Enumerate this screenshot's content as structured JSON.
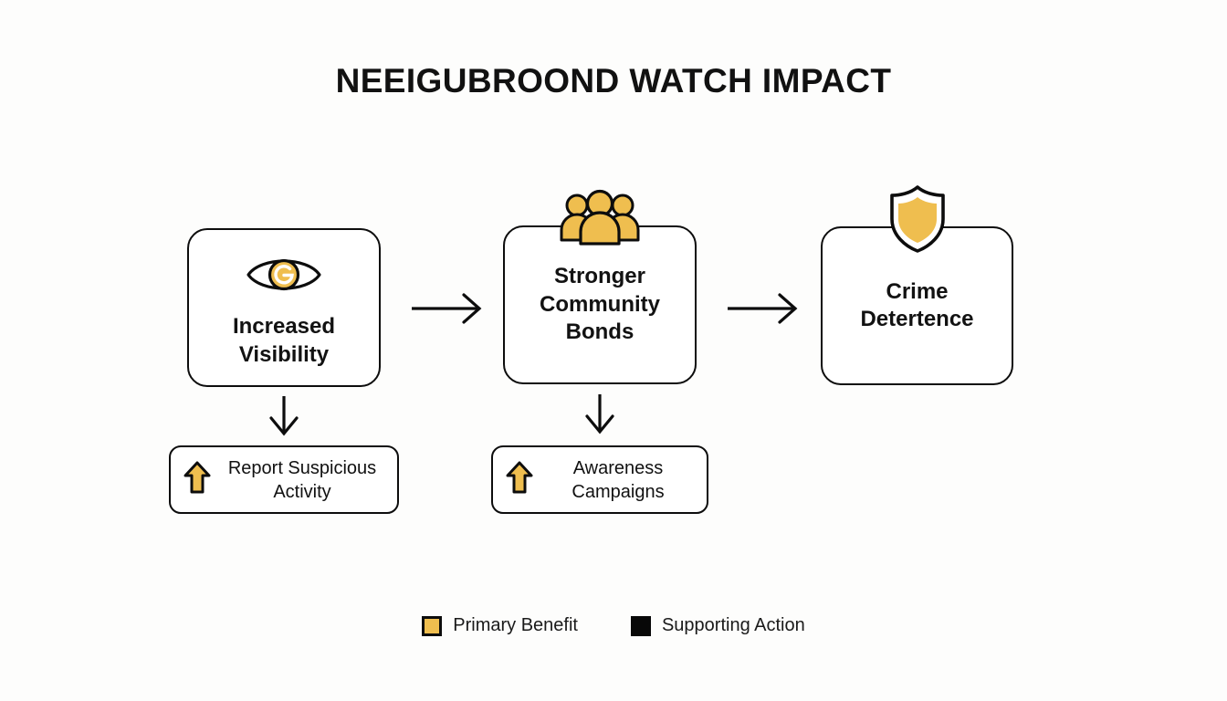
{
  "page": {
    "title": "NEEIGUBROOND WATCH IMPACT",
    "background_color": "#fdfdfc",
    "accent_color": "#efbe4f",
    "outline_color": "#0d0d0d"
  },
  "nodes": [
    {
      "id": "increased-visibility",
      "label": "Increased\nVisibility",
      "icon": "eye-icon",
      "category": "primary-benefit"
    },
    {
      "id": "stronger-community-bonds",
      "label": "Stronger\nCommunity\nBonds",
      "icon": "people-group-icon",
      "category": "primary-benefit"
    },
    {
      "id": "crime-deterrence",
      "label": "Crime\nDetertence",
      "icon": "shield-icon",
      "category": "primary-benefit"
    }
  ],
  "support_nodes": [
    {
      "id": "report-suspicious-activity",
      "label": "Report Suspicious\nActivity",
      "icon": "up-arrow-icon",
      "category": "supporting-action"
    },
    {
      "id": "awareness-campaigns",
      "label": "Awareness\nCampaigns",
      "icon": "up-arrow-icon",
      "category": "supporting-action"
    }
  ],
  "connectors": [
    {
      "id": "visibility-to-bonds",
      "from": "increased-visibility",
      "to": "stronger-community-bonds",
      "direction": "right"
    },
    {
      "id": "bonds-to-deterrence",
      "from": "stronger-community-bonds",
      "to": "crime-deterrence",
      "direction": "right"
    },
    {
      "id": "visibility-to-report",
      "from": "increased-visibility",
      "to": "report-suspicious-activity",
      "direction": "down"
    },
    {
      "id": "bonds-to-awareness",
      "from": "stronger-community-bonds",
      "to": "awareness-campaigns",
      "direction": "down"
    }
  ],
  "legend": {
    "items": [
      {
        "id": "primary-benefit",
        "label": "Primary Benefit",
        "color": "#efbe4f",
        "swatch": "outlined-square"
      },
      {
        "id": "supporting-action",
        "label": "Supporting Action",
        "color": "#080808",
        "swatch": "filled-square"
      }
    ]
  }
}
